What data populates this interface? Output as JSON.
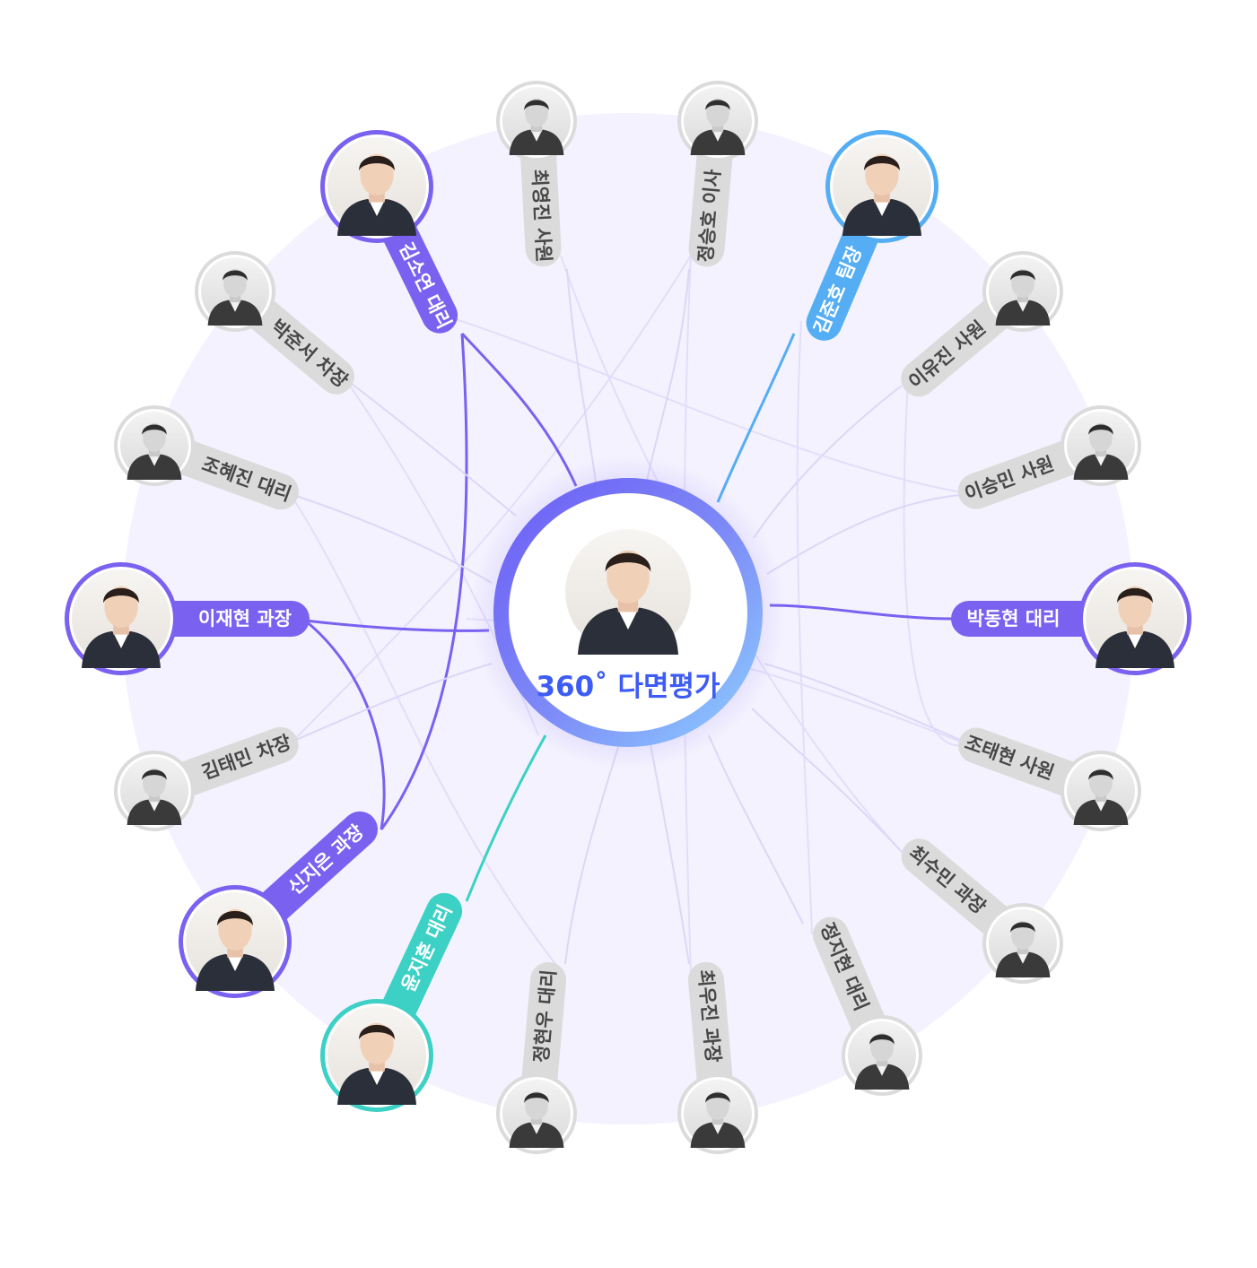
{
  "center": {
    "title": "360˚ 다면평가",
    "avatar_icon": "person-avatar-icon"
  },
  "colors": {
    "purple": "#7B61F0",
    "blue": "#55AEF3",
    "teal": "#3DD1C6",
    "gray_pill": "#DBDBDB",
    "gray_text": "#474747",
    "background_disc": "#F4F2FE",
    "center_ring_start": "#6B5BF5",
    "center_ring_end": "#8DD2FF",
    "title": "#3D5BF5"
  },
  "nodes": [
    {
      "id": "kim-soyeon",
      "name": "김소연 대리",
      "highlight": "purple"
    },
    {
      "id": "choi-youngjin",
      "name": "최영진 사원",
      "highlight": "none"
    },
    {
      "id": "jung-seungho",
      "name": "정승호 이사",
      "highlight": "none"
    },
    {
      "id": "kim-junho",
      "name": "김준호 팀장",
      "highlight": "blue"
    },
    {
      "id": "lee-yujin",
      "name": "이유진 사원",
      "highlight": "none"
    },
    {
      "id": "lee-seungmin",
      "name": "이승민 사원",
      "highlight": "none"
    },
    {
      "id": "park-donghyun",
      "name": "박동현 대리",
      "highlight": "purple"
    },
    {
      "id": "jo-taehyun",
      "name": "조태현 사원",
      "highlight": "none"
    },
    {
      "id": "choi-sumin",
      "name": "최수민 과장",
      "highlight": "none"
    },
    {
      "id": "jung-jihyun",
      "name": "정지현 대리",
      "highlight": "none"
    },
    {
      "id": "choi-woojin",
      "name": "최우진 과장",
      "highlight": "none"
    },
    {
      "id": "jung-hyunwoo",
      "name": "정현우 대리",
      "highlight": "none"
    },
    {
      "id": "yoon-jihun",
      "name": "윤지훈 대리",
      "highlight": "teal"
    },
    {
      "id": "shin-jieun",
      "name": "신지은 과장",
      "highlight": "purple"
    },
    {
      "id": "kim-taemin",
      "name": "김태민 차장",
      "highlight": "none"
    },
    {
      "id": "lee-jaehyun",
      "name": "이재현 과장",
      "highlight": "purple"
    },
    {
      "id": "jo-hyejin",
      "name": "조혜진  대리",
      "highlight": "none"
    },
    {
      "id": "park-junseo",
      "name": "박준서 차장",
      "highlight": "none"
    }
  ]
}
